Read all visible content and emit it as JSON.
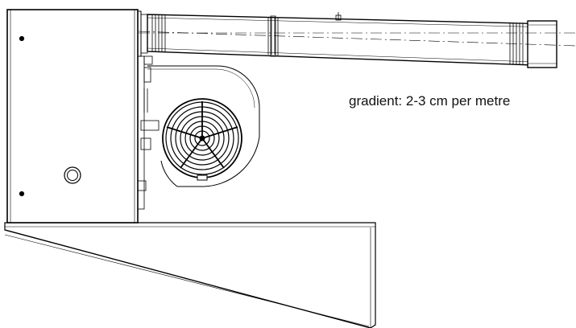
{
  "annotation": {
    "gradient_text": "gradient: 2-3 cm per metre"
  },
  "colors": {
    "line": "#000000",
    "background": "#ffffff"
  },
  "components": {
    "housing": "unit-housing",
    "flue_pipe": "flue-pipe",
    "fan": "fan-guard-icon",
    "base": "base-plinth"
  }
}
